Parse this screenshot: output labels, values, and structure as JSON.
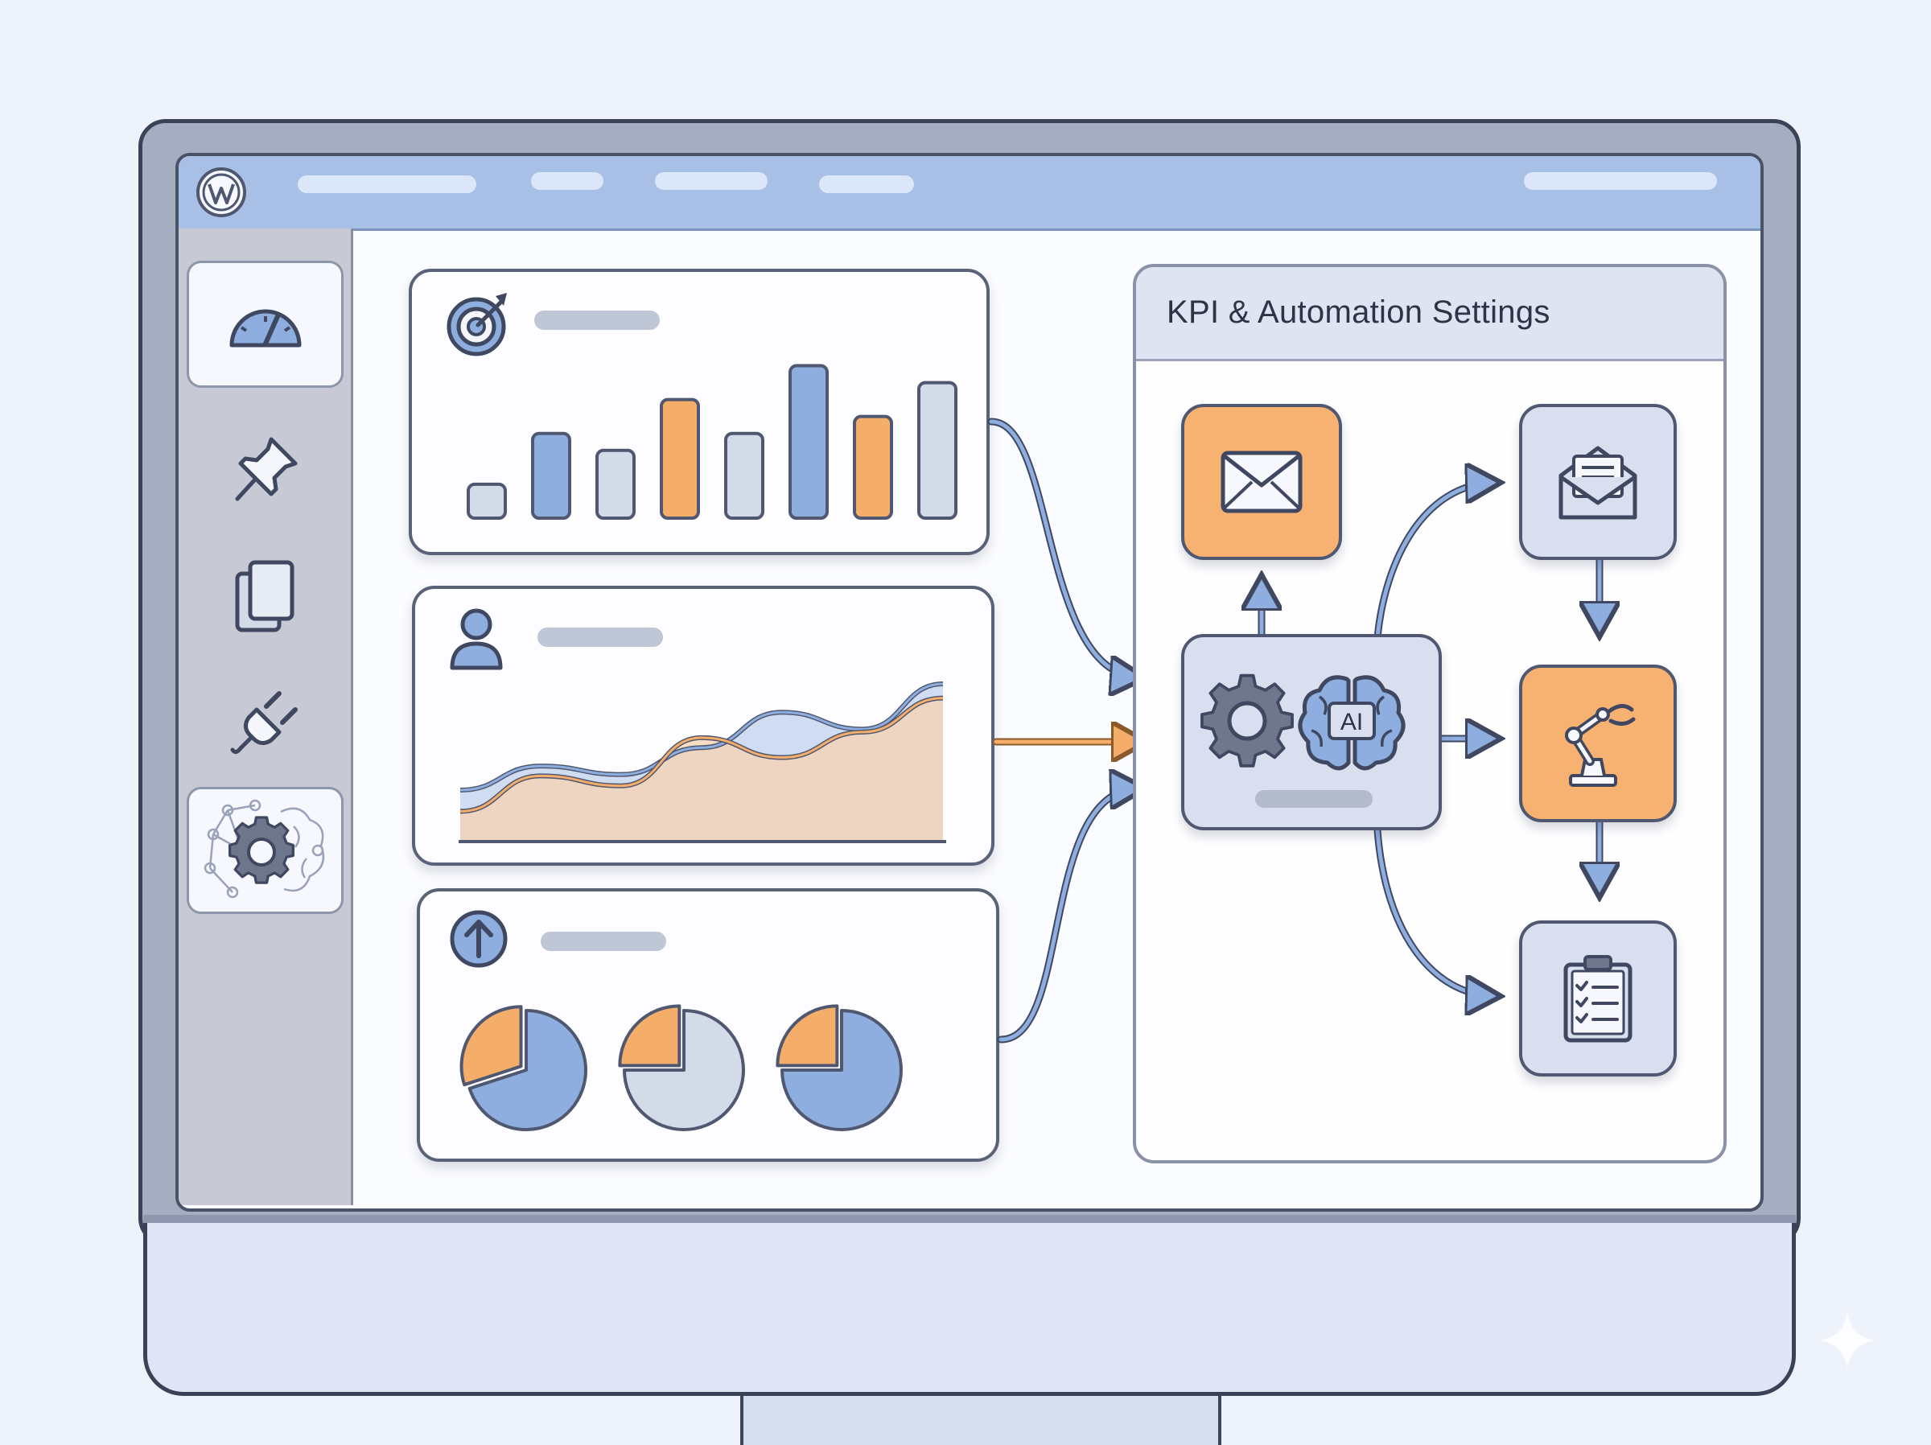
{
  "app": {
    "logo_letter": "W"
  },
  "sidebar": {
    "items": [
      {
        "icon": "dashboard-gauge-icon",
        "active": true
      },
      {
        "icon": "pin-icon",
        "active": false
      },
      {
        "icon": "pages-icon",
        "active": false
      },
      {
        "icon": "plugin-icon",
        "active": false
      },
      {
        "icon": "ai-automation-gear-icon",
        "active": true
      }
    ]
  },
  "settings_panel": {
    "title": "KPI & Automation Settings",
    "ai_label": "AI"
  },
  "colors": {
    "accent_blue": "#8eaedf",
    "accent_orange": "#f5ad6a",
    "neutral_light": "#d3dbe9",
    "outline": "#4f5870"
  },
  "chart_data": [
    {
      "type": "bar",
      "values": [
        2,
        5,
        4,
        7,
        5,
        9,
        6,
        8
      ],
      "series_colors": [
        "#d3dbe9",
        "#8eaedf",
        "#d3dbe9",
        "#f5ad6a",
        "#d3dbe9",
        "#8eaedf",
        "#f5ad6a",
        "#d3dbe9"
      ],
      "ylim": [
        0,
        9.5
      ]
    },
    {
      "type": "area",
      "series": [
        {
          "color": "#8eaedf",
          "values": [
            0.25,
            0.42,
            0.36,
            0.55,
            0.8,
            0.68,
            1.0
          ]
        },
        {
          "color": "#f5ad6a",
          "values": [
            0.1,
            0.35,
            0.28,
            0.62,
            0.48,
            0.66,
            0.9
          ]
        }
      ]
    },
    {
      "type": "pie",
      "pies": [
        {
          "values": [
            70,
            30
          ],
          "colors": [
            "#8eaedf",
            "#f5ad6a"
          ]
        },
        {
          "values": [
            75,
            25
          ],
          "colors": [
            "#d3dbe9",
            "#f5ad6a"
          ]
        },
        {
          "values": [
            75,
            25
          ],
          "colors": [
            "#8eaedf",
            "#f5ad6a"
          ]
        }
      ]
    }
  ]
}
